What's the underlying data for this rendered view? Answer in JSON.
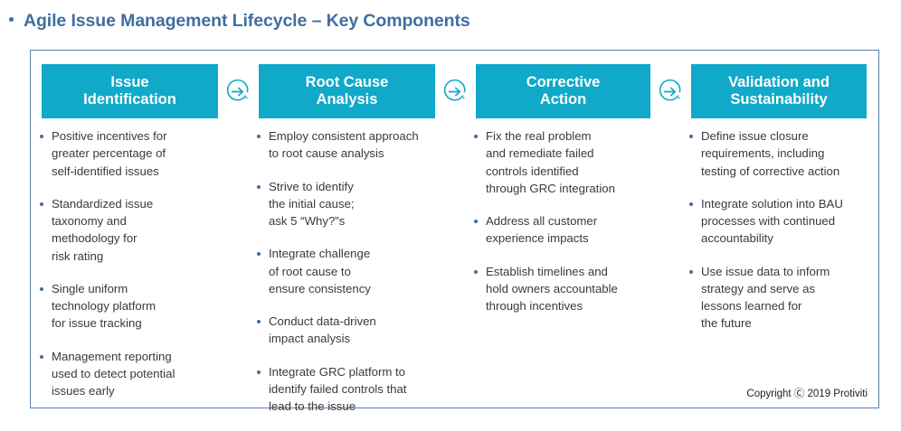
{
  "slide": {
    "title": "Agile Issue Management Lifecycle – Key Components",
    "title_color": "#3f6f9f",
    "accent_color": "#10a9c9",
    "border_color": "#5b84ad",
    "copyright": "Copyright Ⓒ 2019 Protiviti"
  },
  "phases": [
    {
      "id": "issue-identification",
      "header": "Issue\nIdentification",
      "bullets": [
        "Positive incentives for\ngreater percentage of\nself-identified issues",
        "Standardized issue\ntaxonomy and\nmethodology for\nrisk rating",
        "Single uniform\ntechnology platform\nfor issue tracking",
        "Management reporting\nused to detect potential\nissues early"
      ]
    },
    {
      "id": "root-cause-analysis",
      "header": "Root Cause\nAnalysis",
      "bullets": [
        "Employ consistent approach\nto root cause analysis",
        "Strive to identify\n the initial cause;\nask 5 “Why?”s",
        "Integrate challenge\nof root cause to\nensure consistency",
        "Conduct data-driven\nimpact analysis",
        "Integrate GRC platform to\nidentify failed controls that\nlead to the issue"
      ]
    },
    {
      "id": "corrective-action",
      "header": "Corrective\nAction",
      "bullets": [
        "Fix the real problem\nand remediate failed\ncontrols identified\nthrough GRC integration",
        "Address all customer\nexperience impacts",
        "Establish timelines and\nhold owners accountable\nthrough incentives"
      ]
    },
    {
      "id": "validation-and-sustainability",
      "header": "Validation and\nSustainability",
      "bullets": [
        "Define issue closure\nrequirements, including\ntesting of corrective action",
        "Integrate solution into BAU\nprocesses with continued\naccountability",
        "Use issue data to inform\nstrategy and serve as\nlessons learned for\nthe future"
      ]
    }
  ],
  "connectors": [
    {
      "id": "arrow-1",
      "icon": "circle-arrow-right-icon"
    },
    {
      "id": "arrow-2",
      "icon": "circle-arrow-right-icon"
    },
    {
      "id": "arrow-3",
      "icon": "circle-arrow-right-icon"
    }
  ]
}
